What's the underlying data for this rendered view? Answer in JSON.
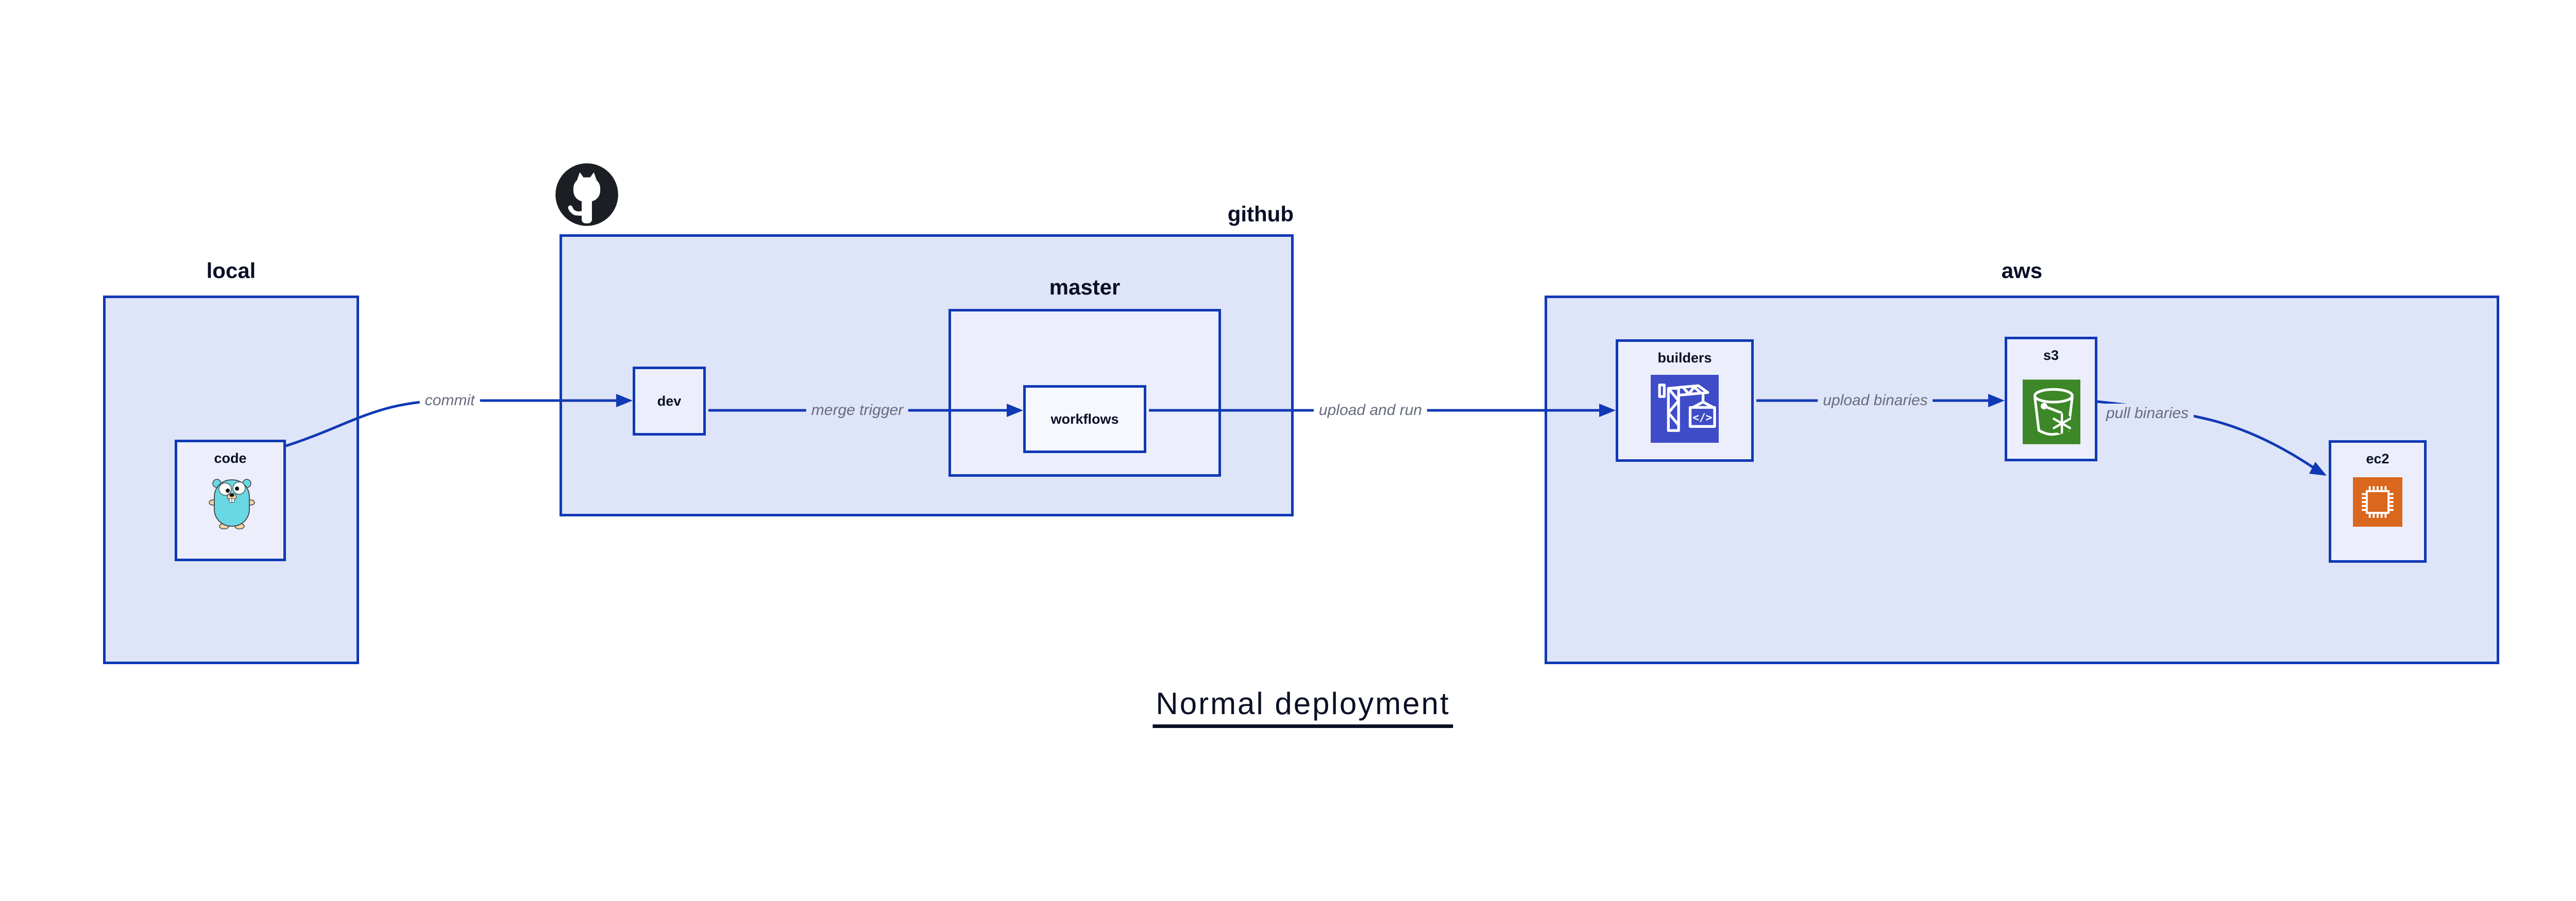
{
  "diagram": {
    "title": "Normal deployment",
    "groups": {
      "local": "local",
      "github": "github",
      "master": "master",
      "aws": "aws"
    },
    "nodes": {
      "code": "code",
      "dev": "dev",
      "workflows": "workflows",
      "builders": "builders",
      "s3": "s3",
      "ec2": "ec2"
    },
    "edges": [
      {
        "from": "code",
        "to": "dev",
        "label": "commit"
      },
      {
        "from": "dev",
        "to": "workflows",
        "label": "merge trigger"
      },
      {
        "from": "workflows",
        "to": "builders",
        "label": "upload and run"
      },
      {
        "from": "builders",
        "to": "s3",
        "label": "upload binaries"
      },
      {
        "from": "s3",
        "to": "ec2",
        "label": "pull binaries"
      }
    ],
    "crane_code_glyph": "</>",
    "icons": {
      "github": "github-octocat-icon",
      "code": "go-gopher-icon",
      "builders": "codebuild-crane-icon",
      "s3": "s3-bucket-snowflake-icon",
      "ec2": "ec2-chip-icon"
    },
    "colors": {
      "canvas_bg": "#ffffff",
      "container_fill": "#DFE5F8",
      "node_fill": "#ECEFFB",
      "inner_node_fill": "#F6F8FE",
      "border": "#1039B5",
      "edge": "#1039B5",
      "edge_label_text": "#676C7E",
      "text": "#0A0F25",
      "builders_icon_bg": "#3F4CC8",
      "s3_icon_bg": "#3C8727",
      "ec2_icon_bg": "#D9671D",
      "gopher_body": "#6AD7E5",
      "octocat": "#1B1F24"
    }
  }
}
